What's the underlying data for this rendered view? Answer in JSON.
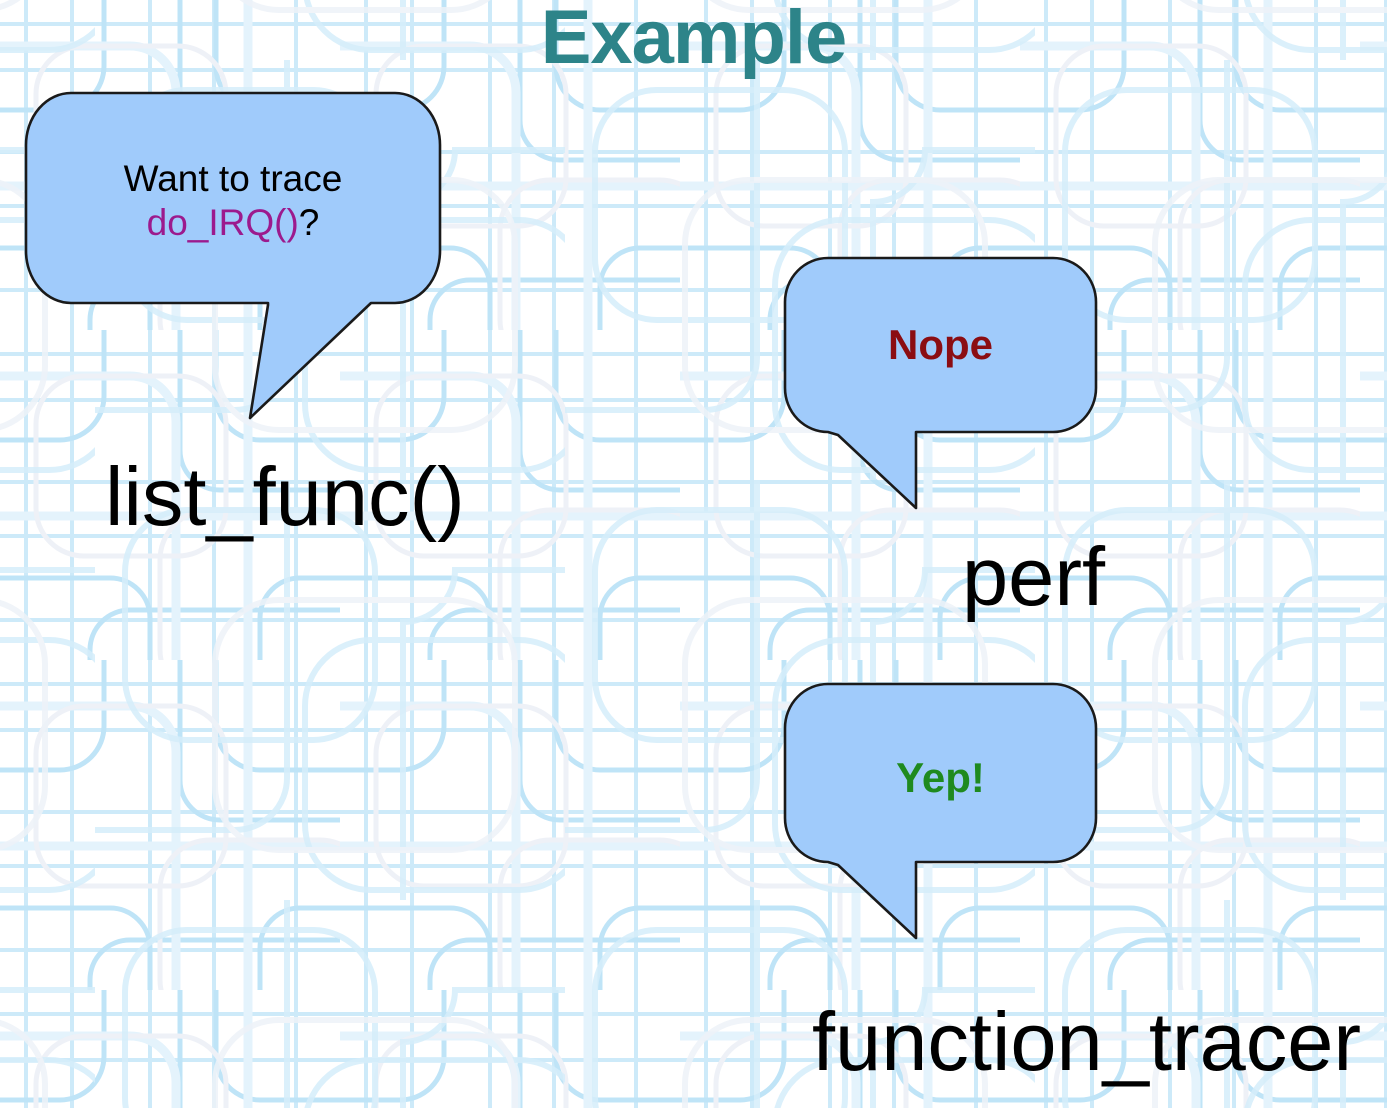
{
  "slide": {
    "title": "Example",
    "title_color": "#2d8489",
    "background_color": "#ffffff",
    "background_pattern": "circuit-traces-light-blue",
    "background_pattern_color": "#d8effc"
  },
  "bubbles": [
    {
      "name": "question-bubble",
      "line1": "Want to trace",
      "line2_code": "do_IRQ()",
      "line2_suffix": "?",
      "fill": "#a0cbfb",
      "stroke": "#1a1a1a",
      "text_color": "#000000",
      "code_color": "#9c1a8d"
    },
    {
      "name": "nope-bubble",
      "text": "Nope",
      "fill": "#a0cbfb",
      "stroke": "#1a1a1a",
      "text_color": "#8b0d12"
    },
    {
      "name": "yep-bubble",
      "text": "Yep!",
      "fill": "#a0cbfb",
      "stroke": "#1a1a1a",
      "text_color": "#1f8a1f"
    }
  ],
  "captions": {
    "list_func": "list_func()",
    "perf": "perf",
    "function_tracer": "function_tracer"
  }
}
